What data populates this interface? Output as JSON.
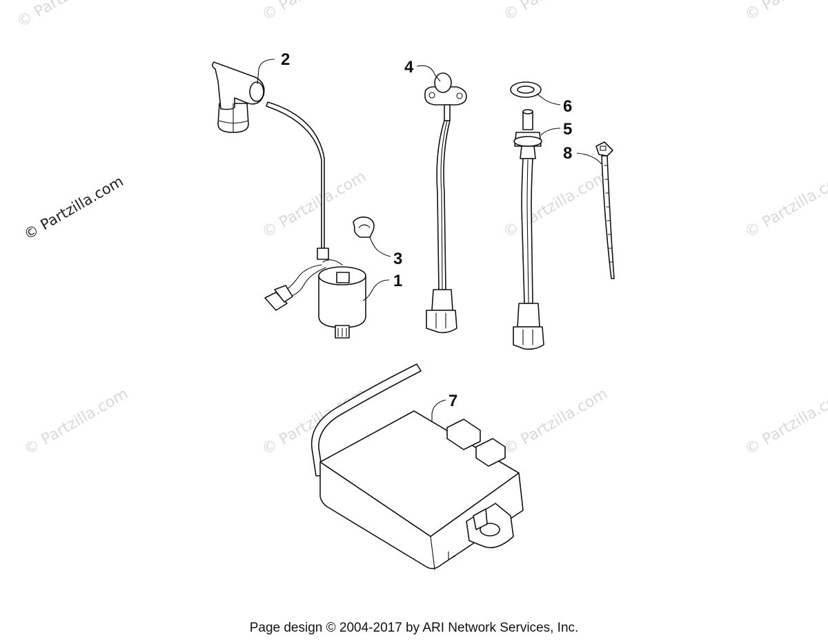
{
  "watermarks": {
    "main": "© Partzilla.com",
    "repeat": "© Partzilla.com"
  },
  "callouts": [
    {
      "id": "1",
      "label": "1"
    },
    {
      "id": "2",
      "label": "2"
    },
    {
      "id": "3",
      "label": "3"
    },
    {
      "id": "4",
      "label": "4"
    },
    {
      "id": "5",
      "label": "5"
    },
    {
      "id": "6",
      "label": "6"
    },
    {
      "id": "7",
      "label": "7"
    },
    {
      "id": "8",
      "label": "8"
    }
  ],
  "footer": {
    "text": "Page design © 2004-2017 by ARI Network Services, Inc."
  }
}
